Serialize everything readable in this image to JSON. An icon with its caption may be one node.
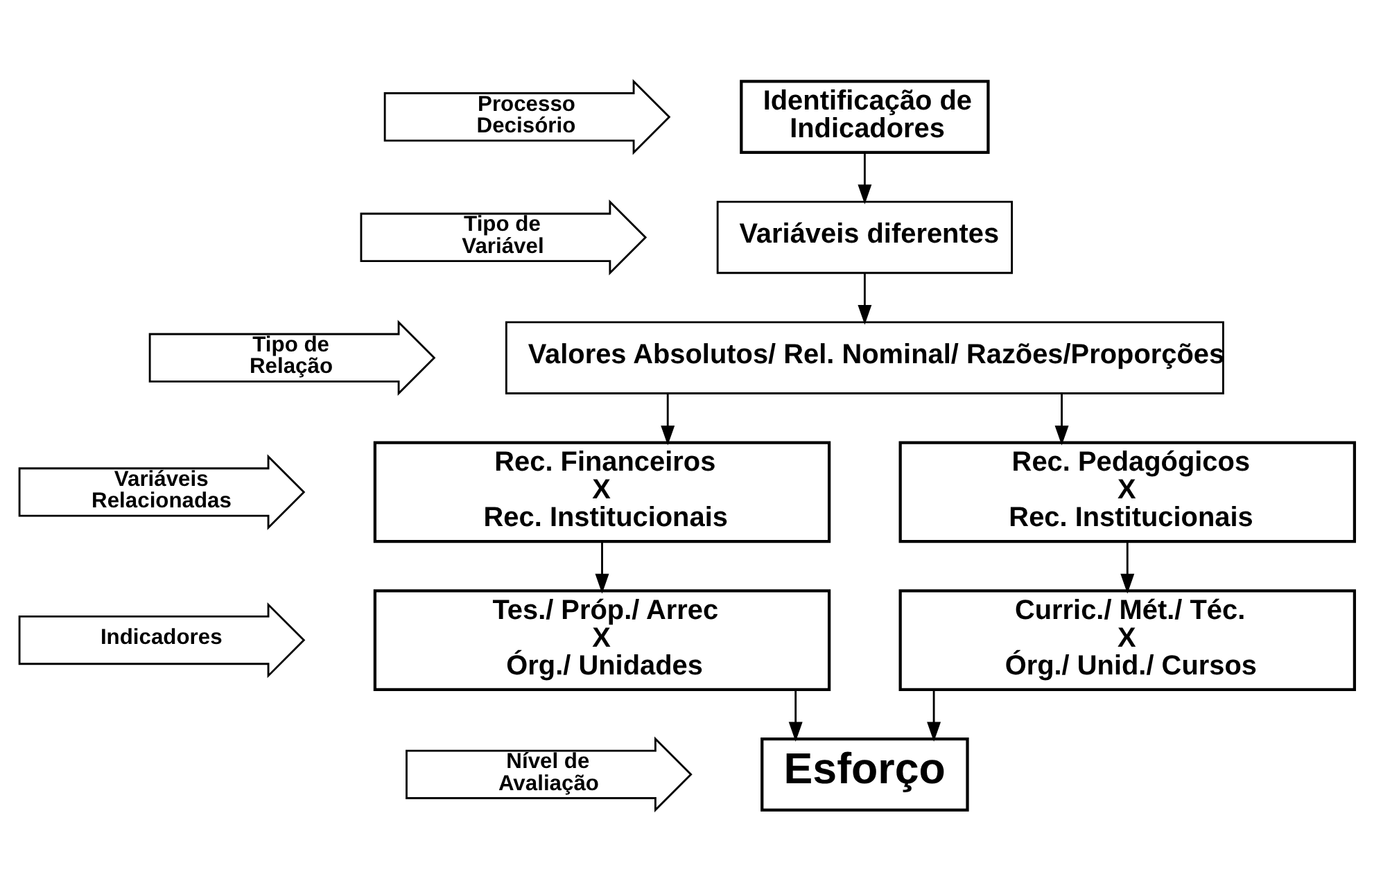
{
  "diagram": {
    "nodes": [
      {
        "text": [
          "Processo Decisório"
        ]
      },
      {
        "text": [
          "Tipo de Variável"
        ]
      },
      {
        "text": [
          "Tipo de Relação"
        ]
      },
      {
        "text": [
          "Variáveis Relacionadas"
        ]
      },
      {
        "text": [
          "Indicadores"
        ]
      },
      {
        "text": [
          "Nível de Avaliação"
        ]
      },
      {
        "text": [
          "Identificação de Indicadores"
        ]
      },
      {
        "text": [
          "Variáveis diferentes"
        ]
      },
      {
        "text": [
          "Valores Absolutos/ Rel. Nominal/ Razões/Proporções"
        ]
      },
      {
        "text": [
          "Rec. Financeiros X Rec. Institucionais"
        ]
      },
      {
        "text": [
          "Rec. Pedagógicos X Rec. Institucionais"
        ]
      },
      {
        "text": [
          "Tes./ Próp./ Arrec X Órg./ Unidades"
        ]
      },
      {
        "text": [
          "Curric./ Mét./ Téc. X Órg./ Unid./ Cursos"
        ]
      },
      {
        "text": [
          "Esforço"
        ]
      }
    ],
    "edges": [
      {
        "from": 6,
        "to": 7,
        "arrow": "to"
      },
      {
        "from": 7,
        "to": 8,
        "arrow": "to"
      },
      {
        "from": 8,
        "to": 9,
        "arrow": "to"
      },
      {
        "from": 8,
        "to": 10,
        "arrow": "to"
      },
      {
        "from": 9,
        "to": 11,
        "arrow": "to"
      },
      {
        "from": 10,
        "to": 12,
        "arrow": "to"
      },
      {
        "from": 11,
        "to": 13,
        "arrow": "to"
      },
      {
        "from": 12,
        "to": 13,
        "arrow": "to"
      }
    ]
  }
}
